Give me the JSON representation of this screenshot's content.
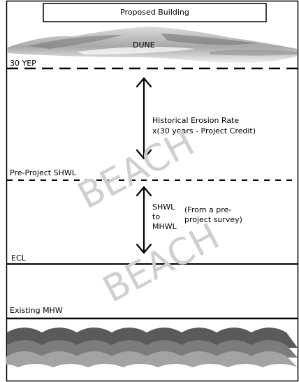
{
  "diagram": {
    "building_label": "Proposed Building",
    "dune_label": "DUNE",
    "lines": {
      "yep": "30 YEP",
      "pre_project_shwl": "Pre-Project SHWL",
      "ecl": "ECL",
      "existing_mhw": "Existing MHW"
    },
    "annotations": {
      "erosion_line1": "Historical Erosion Rate",
      "erosion_line2": "x(30 years - Project Credit)",
      "shwl_line1": "SHWL",
      "shwl_line2": "to",
      "shwl_line3": "MHWL",
      "survey_line1": "(From a pre-",
      "survey_line2": "project survey)"
    },
    "watermark_1": "BEACH",
    "watermark_2": "BEACH",
    "colors": {
      "ink": "#000000",
      "watermark": "#cfcfcf",
      "wave_dark": "#595959",
      "wave_mid": "#7b7b7b",
      "wave_light": "#a2a2a2",
      "dune_dark": "#8a8a8a",
      "dune_light": "#e6e6e6"
    },
    "icons": [
      "double-arrow-icon",
      "double-arrow-icon"
    ]
  }
}
